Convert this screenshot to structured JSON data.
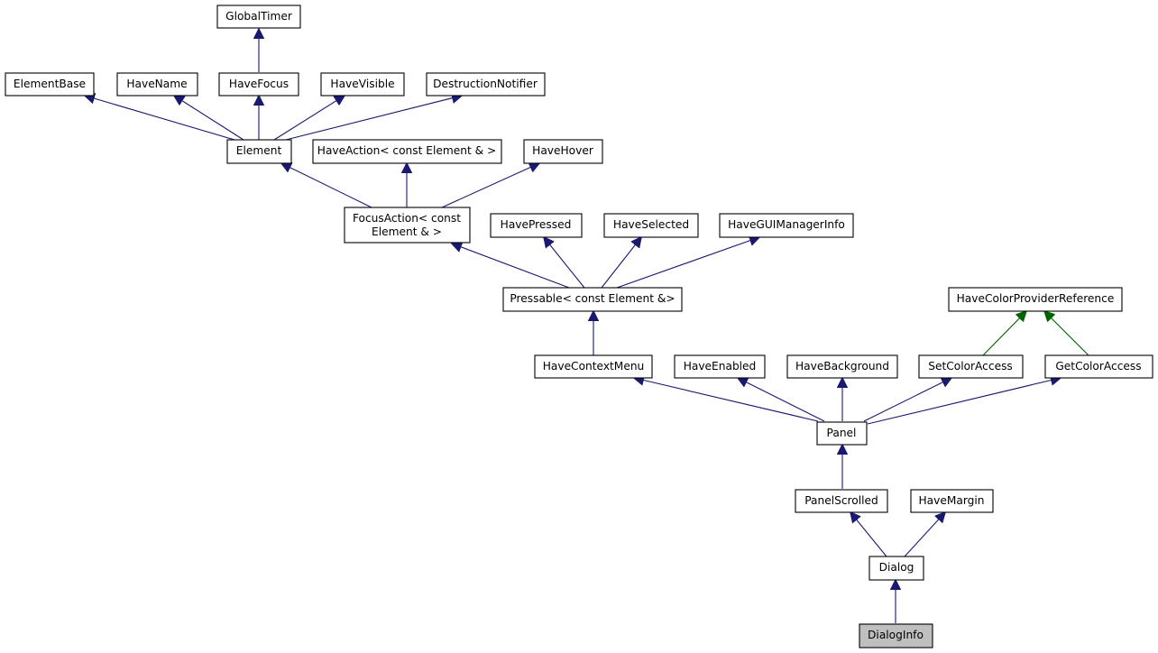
{
  "nodes": {
    "global_timer": "GlobalTimer",
    "element_base": "ElementBase",
    "have_name": "HaveName",
    "have_focus": "HaveFocus",
    "have_visible": "HaveVisible",
    "destruction_notifier": "DestructionNotifier",
    "element": "Element",
    "have_action": "HaveAction< const Element & >",
    "have_hover": "HaveHover",
    "focus_action_line1": "FocusAction< const",
    "focus_action_line2": "Element & >",
    "have_pressed": "HavePressed",
    "have_selected": "HaveSelected",
    "have_gui_manager_info": "HaveGUIManagerInfo",
    "pressable": "Pressable< const Element &>",
    "have_color_provider_reference": "HaveColorProviderReference",
    "have_context_menu": "HaveContextMenu",
    "have_enabled": "HaveEnabled",
    "have_background": "HaveBackground",
    "set_color_access": "SetColorAccess",
    "get_color_access": "GetColorAccess",
    "panel": "Panel",
    "panel_scrolled": "PanelScrolled",
    "have_margin": "HaveMargin",
    "dialog": "Dialog",
    "dialog_info": "DialogInfo"
  },
  "colors": {
    "public_inheritance": "#191970",
    "protected_inheritance": "#006400",
    "current_node_fill": "#bfbfbf"
  }
}
